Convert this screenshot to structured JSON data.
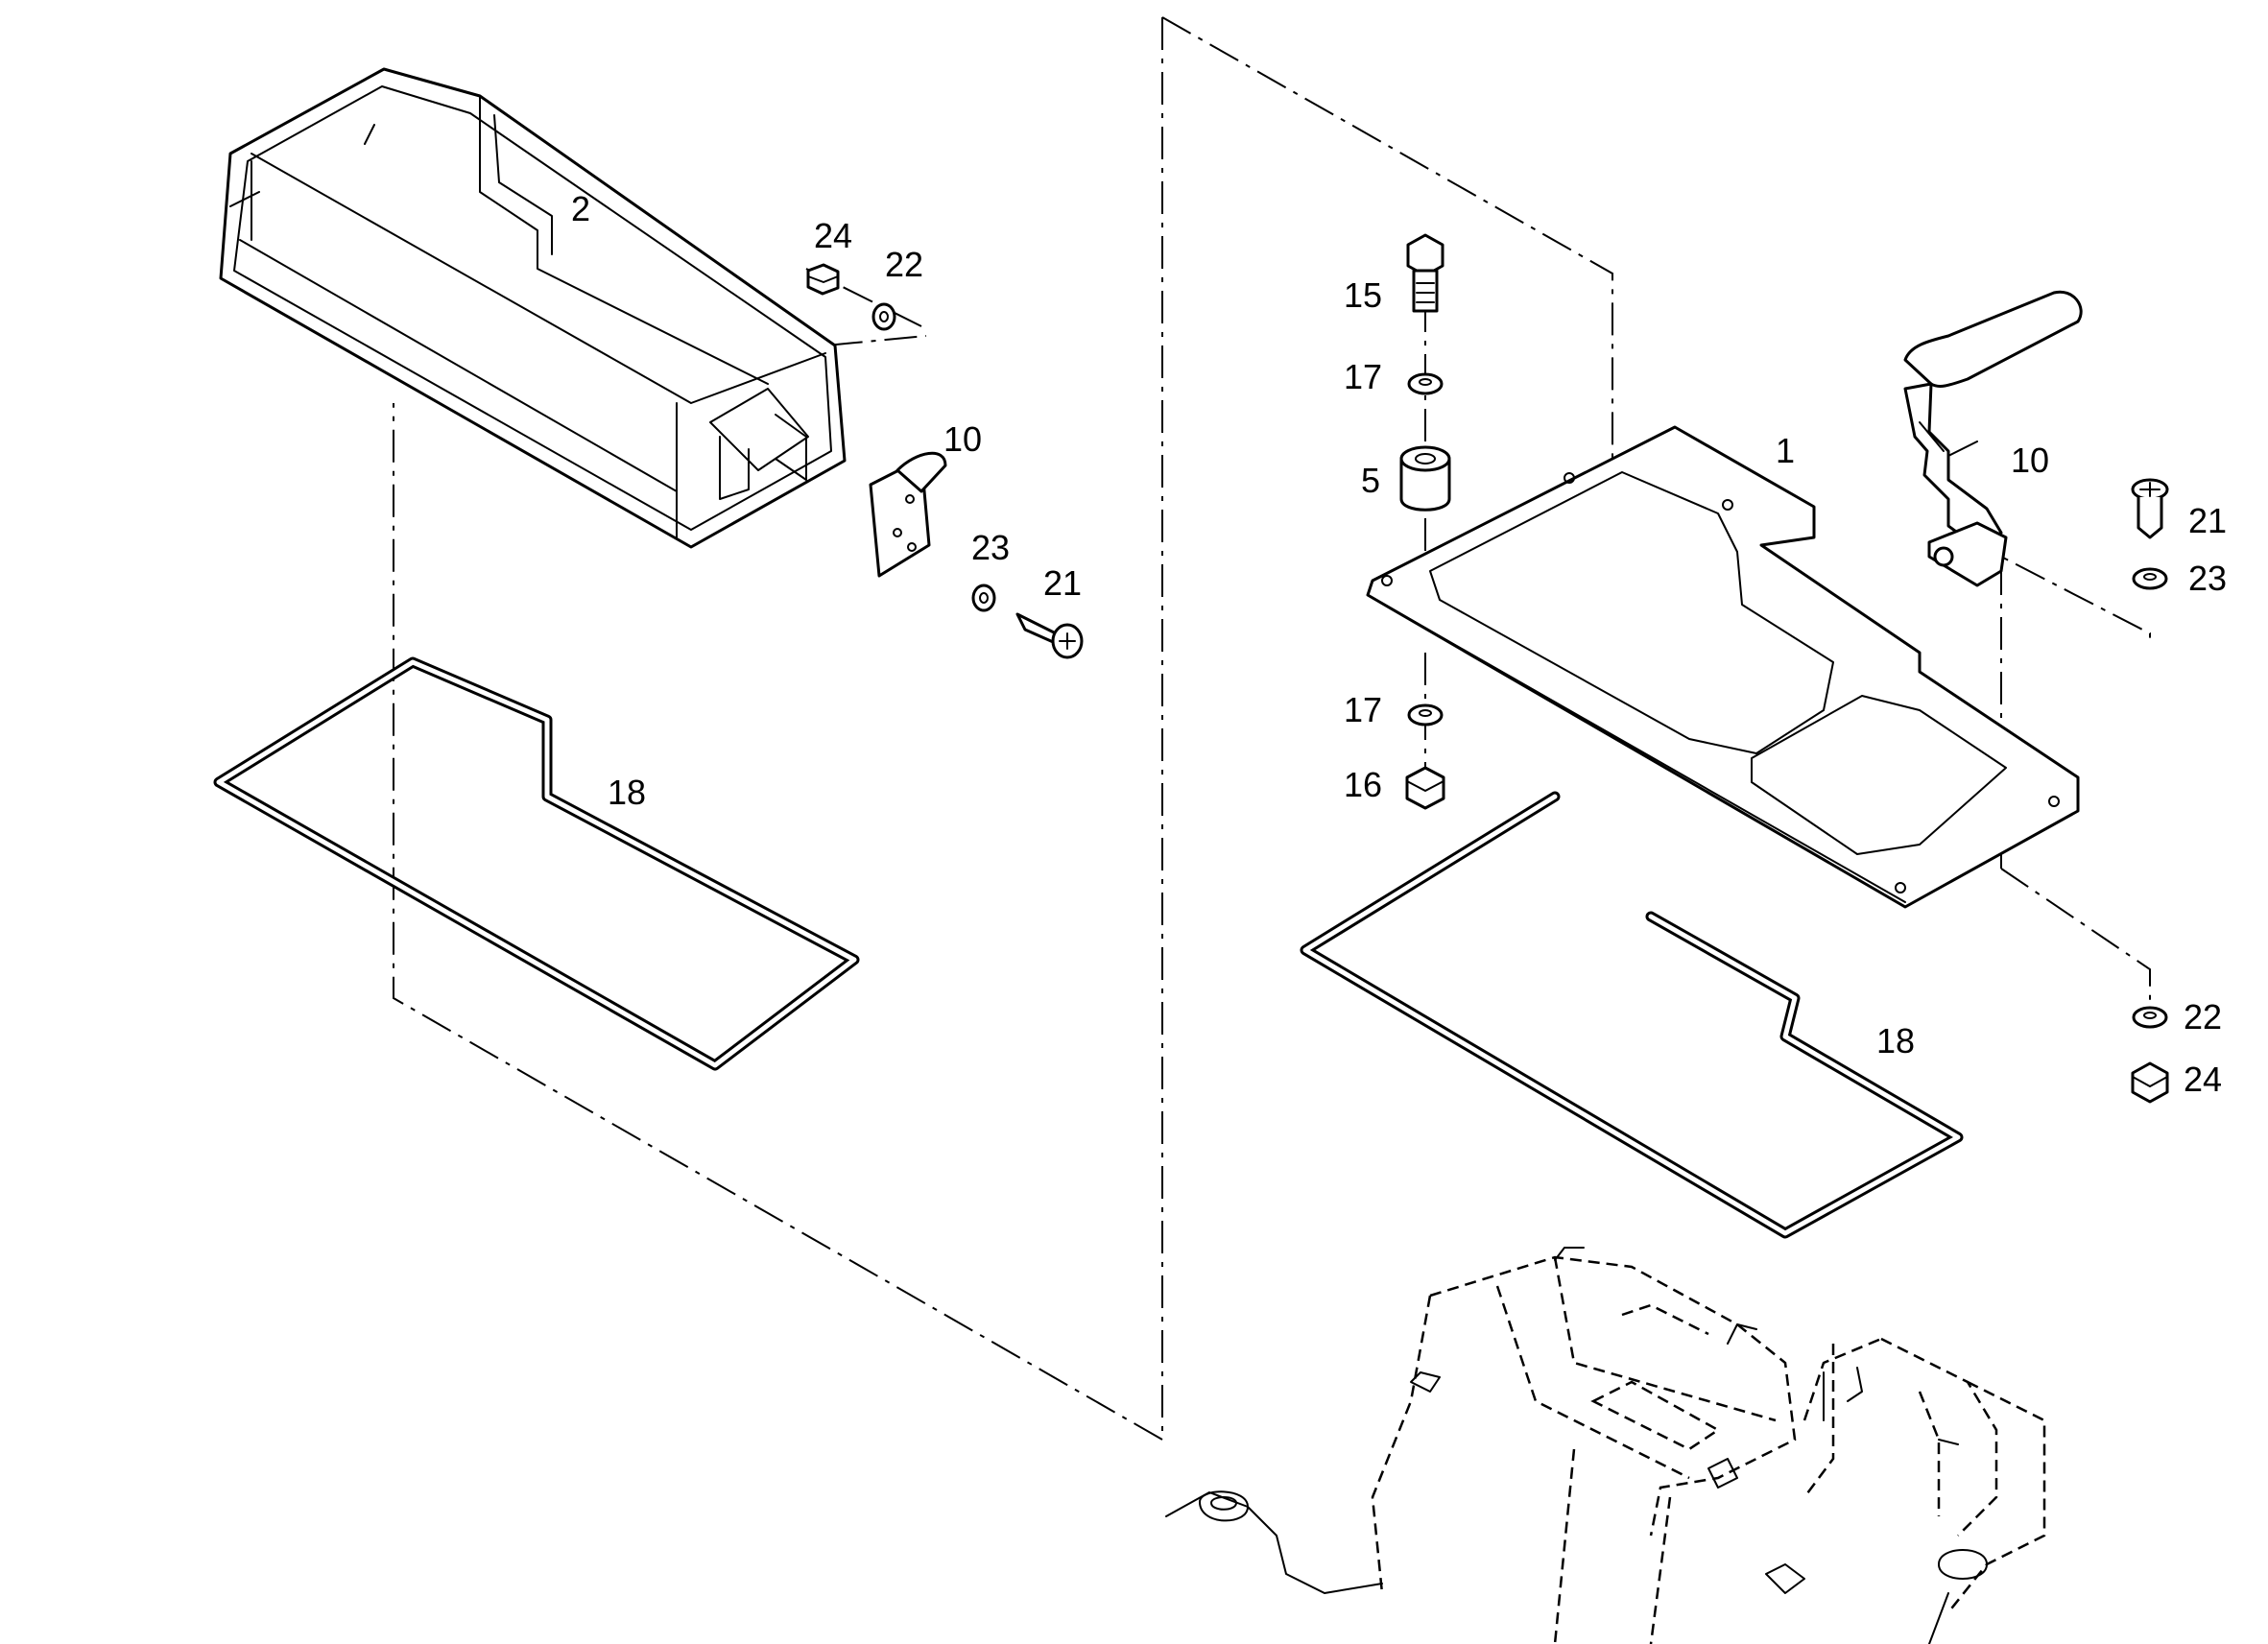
{
  "figure": {
    "type": "exploded-parts-diagram",
    "line_color": "#000000",
    "background": "#ffffff"
  },
  "callouts": {
    "left_2": "2",
    "left_24": "24",
    "left_22": "22",
    "left_10": "10",
    "left_23": "23",
    "left_21": "21",
    "left_18": "18",
    "right_15": "15",
    "right_17_top": "17",
    "right_5": "5",
    "right_1": "1",
    "right_10": "10",
    "right_21": "21",
    "right_23": "23",
    "right_17_bottom": "17",
    "right_16": "16",
    "right_18": "18",
    "right_22": "22",
    "right_24": "24"
  },
  "icons": {
    "cover": "cover-box-icon",
    "gasket": "gasket-ring-icon",
    "plate": "base-plate-icon",
    "lever": "latch-lever-icon",
    "bolt": "hex-bolt-icon",
    "screw": "phillips-screw-icon",
    "nut": "hex-nut-icon",
    "washer": "washer-icon",
    "bushing": "rubber-bushing-icon",
    "frame": "machine-frame-icon"
  }
}
